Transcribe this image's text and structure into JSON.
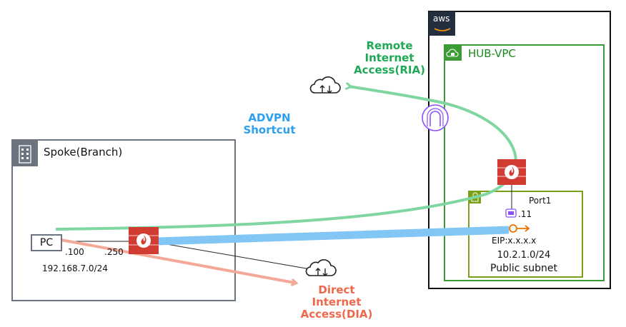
{
  "labels": {
    "ria": [
      "Remote",
      "Internet",
      "Access(RIA)"
    ],
    "advpn": [
      "ADVPN",
      "Shortcut"
    ],
    "dia": [
      "Direct",
      "Internet",
      "Access(DIA)"
    ]
  },
  "spoke": {
    "title": "Spoke(Branch)",
    "pc": "PC",
    "pc_ip": ".100",
    "fw_ip": ".250",
    "subnet": "192.168.7.0/24"
  },
  "aws": {
    "logo": "aws",
    "vpc_title": "HUB-VPC",
    "port": "Port1",
    "port_ip": ".11",
    "eip": "EIP:x.x.x.x",
    "subnet_cidr": "10.2.1.0/24",
    "subnet_name": "Public subnet"
  },
  "colors": {
    "ria": "#1fa855",
    "advpn": "#2c9ff0",
    "dia": "#f0684c",
    "vpc": "#3d9b35",
    "subnet": "#7aa116",
    "firewall": "#d23b32",
    "gateway": "#8c4fff",
    "eip": "#ed7100"
  },
  "icons": [
    "building-icon",
    "cloud-icon",
    "firewall-icon",
    "internet-gateway-icon",
    "network-interface-icon",
    "elastic-ip-icon",
    "lock-icon"
  ]
}
